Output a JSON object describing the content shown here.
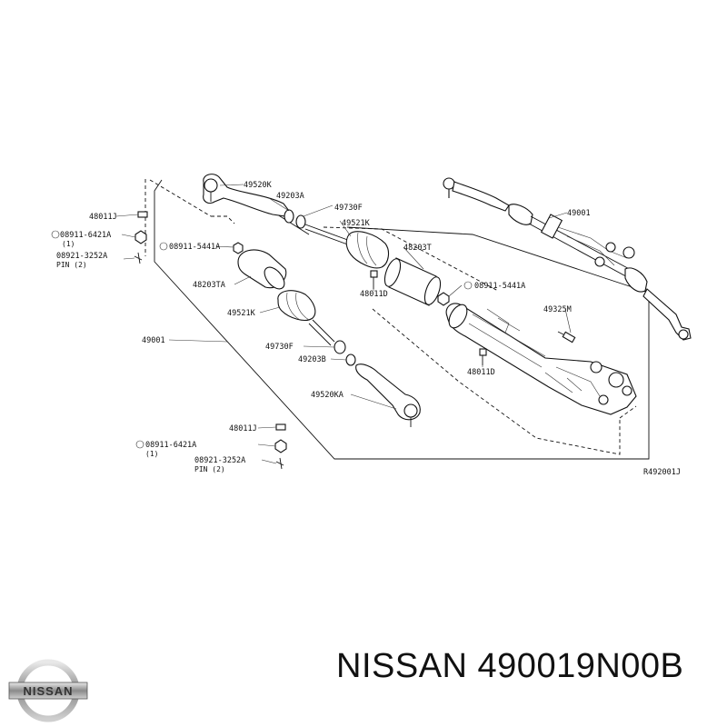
{
  "labels": {
    "p49520K": "49520K",
    "p49203A": "49203A",
    "p49730F_top": "49730F",
    "p49521K_top": "49521K",
    "p48011J_top": "48011J",
    "p08911_6421A_top": "08911-6421A",
    "qty1_top": "(1)",
    "p08921_3252A_top": "08921-3252A",
    "pin2_top": "PIN (2)",
    "p08911_5441A_left": "08911-5441A",
    "p48203TA": "48203TA",
    "p49521K_mid": "49521K",
    "p49001_left": "49001",
    "p49730F_mid": "49730F",
    "p49203B": "49203B",
    "p49520KA": "49520KA",
    "p48011J_bot": "48011J",
    "p08911_6421A_bot": "08911-6421A",
    "qty1_bot": "(1)",
    "p08921_3252A_bot": "08921-3252A",
    "pin2_bot": "PIN (2)",
    "p48203T": "48203T",
    "p48011D_top": "48011D",
    "p08911_5441A_right": "08911-5441A",
    "p49001_right": "49001",
    "p49325M": "49325M",
    "p48011D_bot": "48011D",
    "ref": "R492001J"
  },
  "caption": "NISSAN 490019N00B",
  "logo_text": "NISSAN"
}
